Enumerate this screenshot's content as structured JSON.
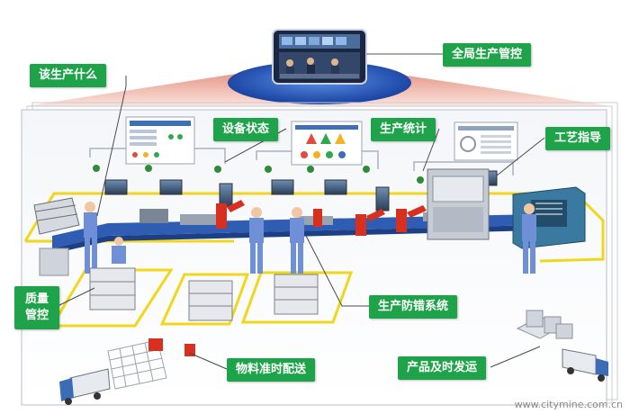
{
  "diagram": {
    "labels": {
      "global_control": "全局生产管控",
      "what_to_produce": "该生产什么",
      "equipment_status": "设备状态",
      "production_stats": "生产统计",
      "process_guidance": "工艺指导",
      "quality_control": "质量管控",
      "error_proofing": "生产防错系统",
      "material_delivery": "物料准时配送",
      "product_shipping": "产品及时发运"
    },
    "watermark": "www.citymine.com.cn"
  },
  "colors": {
    "callout_green": "#1fa34a",
    "floor_yellow": "#f2d61c",
    "conveyor_blue": "#2f5db3",
    "worker_blue": "#6f8fd6",
    "robot_red": "#d8301f",
    "machine_teal": "#3a7aa0",
    "light_red": "#e8a79b"
  }
}
